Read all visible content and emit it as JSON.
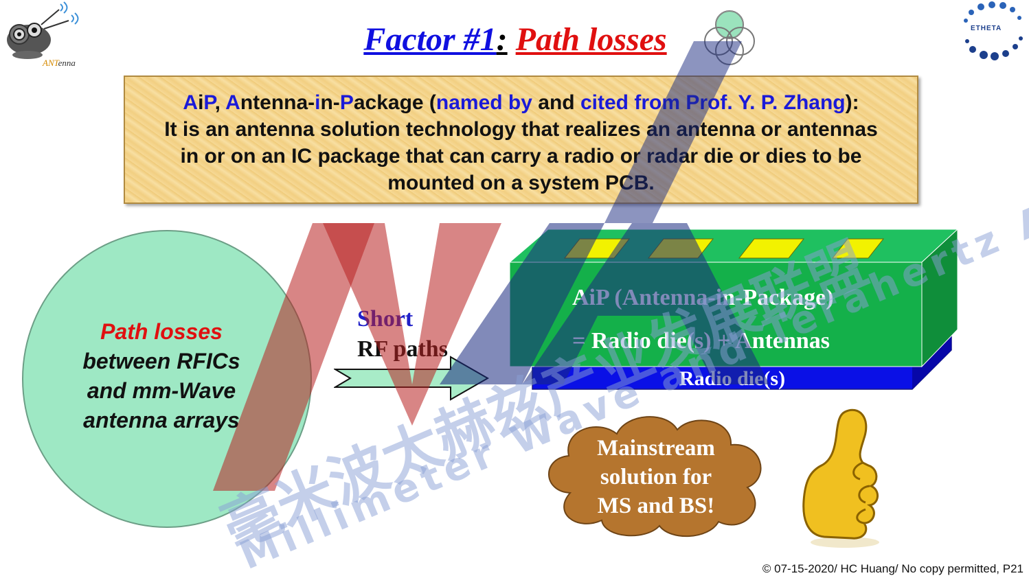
{
  "title": {
    "part1": "Factor #1",
    "colon": ":",
    "part2": "Path losses"
  },
  "logos": {
    "left_logo_text_a": "ANT",
    "left_logo_text_b": "enna",
    "right_logo_text": "ETHETA"
  },
  "definition": {
    "heading": {
      "aip_a": "A",
      "aip_i": "i",
      "aip_p": "P",
      "sep1": ", ",
      "ant_a": "A",
      "ant_rest": "ntenna-",
      "in_i": "i",
      "in_rest": "n-",
      "pkg_p": "P",
      "pkg_rest": "ackage (",
      "named_by": "named by",
      "and": " and ",
      "cited_from": "cited from Prof. Y. P. Zhang",
      "end": "):"
    },
    "line1": "It is an antenna solution technology that realizes an antenna or antennas",
    "line2": "in or on an IC package that can carry a radio or radar die or dies to be",
    "line3": "mounted on a system PCB."
  },
  "circle": {
    "line1": "Path losses",
    "line2": "between RFICs",
    "line3": "and mm-Wave",
    "line4": "antenna arrays"
  },
  "arrow": {
    "short": "Short",
    "rf_paths": "RF paths"
  },
  "chip": {
    "line1": "AiP (Antenna-in-Package)",
    "line2": "= Radio die(s) + Antennas",
    "radio_die": "Radio die(s)"
  },
  "cloud": {
    "line1": "Mainstream",
    "line2": "solution for",
    "line3": "MS and BS!"
  },
  "watermark": {
    "chinese": "毫米波太赫兹产业发展联盟",
    "english": "Millimeter Wave and Terahertz Alliance"
  },
  "footer": "© 07-15-2020/ HC Huang/ No copy permitted, P21",
  "colors": {
    "title_blue": "#1010e0",
    "title_red": "#e01010",
    "circle_fill": "#9ee8c4",
    "chip_green": "#14b04a",
    "radio_blue": "#0a10e6",
    "antenna_yellow": "#f2f200",
    "cloud_brown": "#b5752e"
  }
}
